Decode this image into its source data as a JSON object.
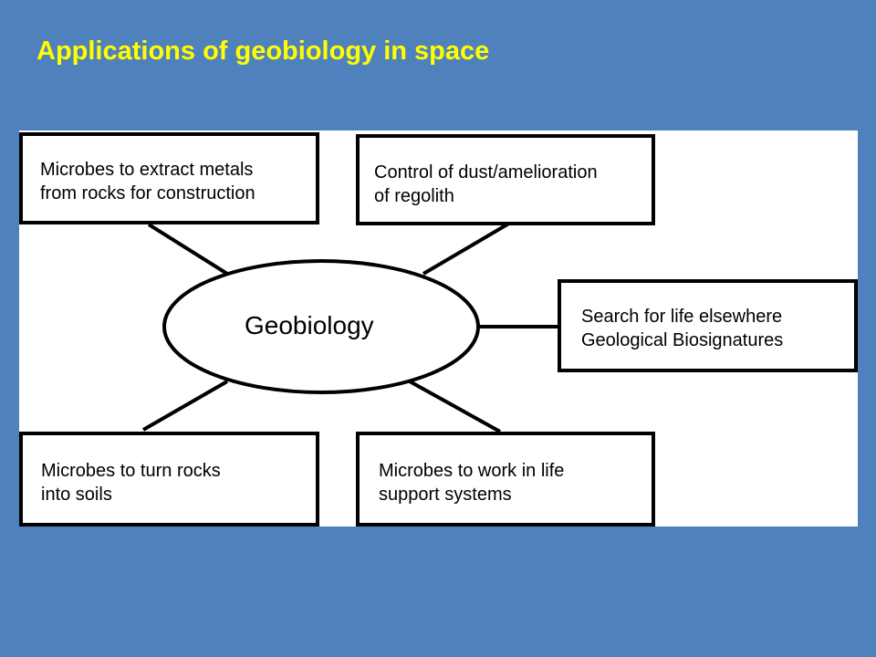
{
  "slide": {
    "title": "Applications of geobiology in space"
  },
  "diagram": {
    "hub": "Geobiology",
    "nodes": [
      {
        "lines": [
          "Microbes to extract metals",
          "from rocks for construction"
        ]
      },
      {
        "lines": [
          "Control of dust/amelioration",
          "of regolith"
        ]
      },
      {
        "lines": [
          "Search for life elsewhere",
          "Geological Biosignatures"
        ]
      },
      {
        "lines": [
          "Microbes to turn rocks",
          "into soils"
        ]
      },
      {
        "lines": [
          "Microbes to work in life",
          "support systems"
        ]
      }
    ]
  }
}
